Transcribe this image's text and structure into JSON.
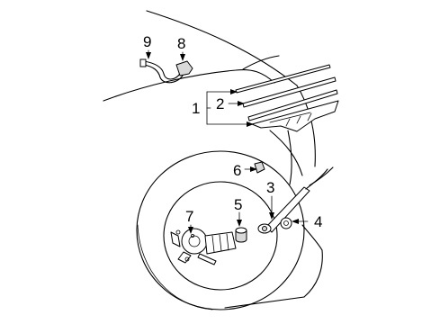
{
  "callouts": {
    "c1": "1",
    "c2": "2",
    "c3": "3",
    "c4": "4",
    "c5": "5",
    "c6": "6",
    "c7": "7",
    "c8": "8",
    "c9": "9"
  },
  "colors": {
    "line": "#000000",
    "background": "#ffffff",
    "part_shade": "#d9d9d9"
  }
}
